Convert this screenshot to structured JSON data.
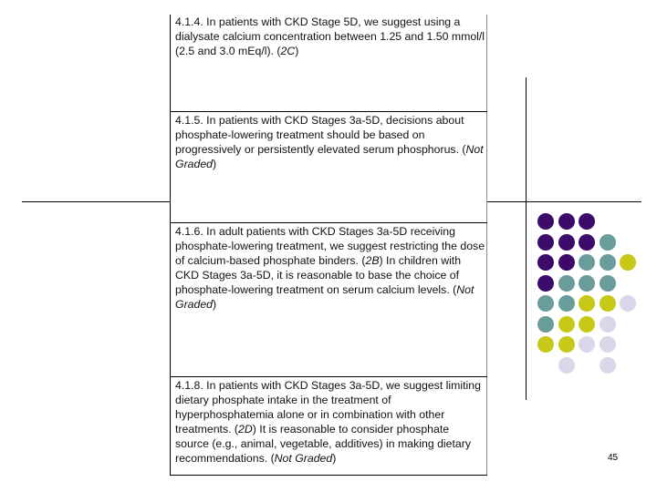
{
  "recommendations": [
    {
      "id": "4.1.4",
      "parts": [
        {
          "text": "4.1.4. In patients with CKD Stage 5D, we suggest using a dialysate calcium concentration between 1.25 and 1.50 mmol/l (2.5 and 3.0 mEq/l). (",
          "italic": false
        },
        {
          "text": "2C",
          "italic": true
        },
        {
          "text": ")",
          "italic": false
        }
      ]
    },
    {
      "id": "4.1.5",
      "parts": [
        {
          "text": "4.1.5. In patients with CKD Stages 3a-5D, decisions about phosphate-lowering treatment should be based on progressively or persistently elevated serum phosphorus. (",
          "italic": false
        },
        {
          "text": "Not Graded",
          "italic": true
        },
        {
          "text": ")",
          "italic": false
        }
      ]
    },
    {
      "id": "4.1.6",
      "parts": [
        {
          "text": "4.1.6. In adult patients with CKD Stages 3a-5D receiving phosphate-lowering treatment, we suggest restricting the dose of calcium-based phosphate binders. (",
          "italic": false
        },
        {
          "text": "2B",
          "italic": true
        },
        {
          "text": ")  In children with CKD Stages 3a-5D, it is reasonable to base the choice of phosphate-lowering treatment on serum calcium levels. (",
          "italic": false
        },
        {
          "text": "Not Graded",
          "italic": true
        },
        {
          "text": ")",
          "italic": false
        }
      ]
    },
    {
      "id": "4.1.8",
      "parts": [
        {
          "text": "4.1.8. In patients with CKD Stages 3a-5D, we suggest limiting dietary phosphate intake in the treatment of hyperphosphatemia alone or in combination with other treatments. (",
          "italic": false
        },
        {
          "text": "2D",
          "italic": true
        },
        {
          "text": ")  It is reasonable to consider phosphate source (e.g., animal, vegetable, additives) in making dietary recommendations. (",
          "italic": false
        },
        {
          "text": "Not Graded",
          "italic": true
        },
        {
          "text": ")",
          "italic": false
        }
      ]
    }
  ],
  "page_number": "45",
  "dot_grid": {
    "colors": {
      "P": "#3b0a6b",
      "T": "#6a9c9c",
      "Y": "#c8c818",
      "L": "#d8d8ea"
    },
    "rows": [
      "PPP..",
      "PPPT.",
      "PPTTY",
      "PTTT.",
      "TTYYL",
      "TYYL.",
      "YYLL.",
      ".L.L."
    ]
  }
}
